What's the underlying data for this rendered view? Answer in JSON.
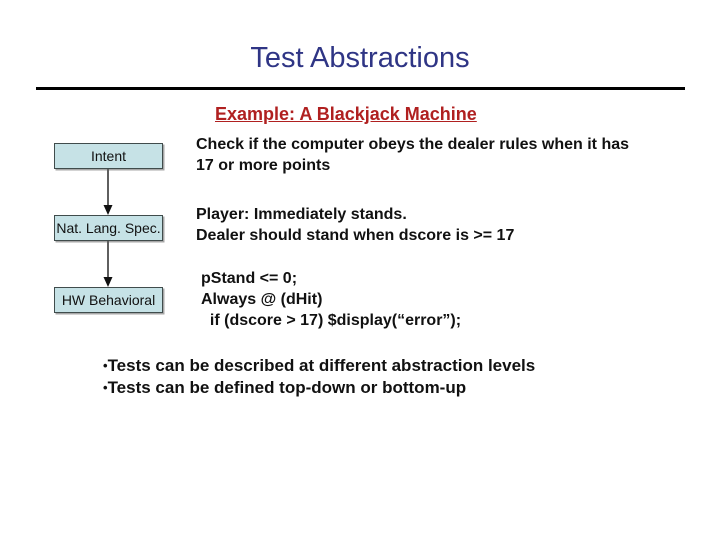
{
  "slide": {
    "title": "Test Abstractions",
    "heading": "Example: A Blackjack Machine"
  },
  "diagram": {
    "boxes": [
      {
        "label": "Intent"
      },
      {
        "label": "Nat. Lang. Spec."
      },
      {
        "label": "HW Behavioral"
      }
    ]
  },
  "notes": {
    "intent": "Check if the computer obeys the dealer rules when it has\n17 or more points",
    "spec": "Player: Immediately stands.\nDealer should stand when dscore is >= 17",
    "code": "pStand <= 0;\nAlways @ (dHit)\n  if (dscore > 17) $display(“error”);"
  },
  "bullets": {
    "marker": "•",
    "items": [
      "Tests can be described at different abstraction levels",
      "Tests can be defined top-down or bottom-up"
    ]
  },
  "colors": {
    "title_text": "#2f3585",
    "heading_text": "#b02020",
    "body_text": "#111111",
    "box_fill": "#c6e2e6",
    "box_border": "#404c4c",
    "rule": "#000000"
  }
}
